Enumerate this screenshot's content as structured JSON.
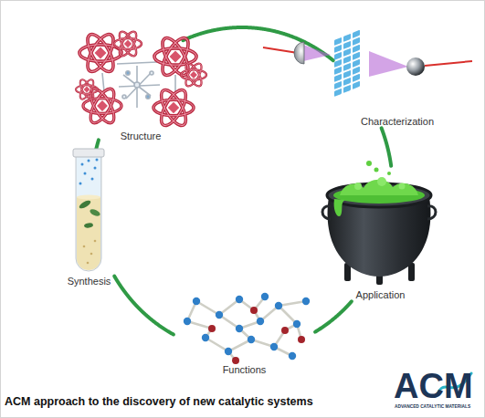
{
  "diagram": {
    "caption": "ACM approach to the discovery of new catalytic systems",
    "nodes": [
      {
        "text": [
          "Structure"
        ]
      },
      {
        "text": [
          "Characterization"
        ]
      },
      {
        "text": [
          "Application"
        ]
      },
      {
        "text": [
          "Functions"
        ]
      },
      {
        "text": [
          "Synthesis"
        ]
      }
    ],
    "edges": [
      {
        "from": 0,
        "to": 1,
        "arrow": "none"
      },
      {
        "from": 1,
        "to": 2,
        "arrow": "none"
      },
      {
        "from": 2,
        "to": 3,
        "arrow": "none"
      },
      {
        "from": 3,
        "to": 4,
        "arrow": "none"
      },
      {
        "from": 4,
        "to": 0,
        "arrow": "none"
      }
    ],
    "labels": [
      "ACM",
      "ADVANCED CATALYTIC MATERIALS"
    ]
  }
}
